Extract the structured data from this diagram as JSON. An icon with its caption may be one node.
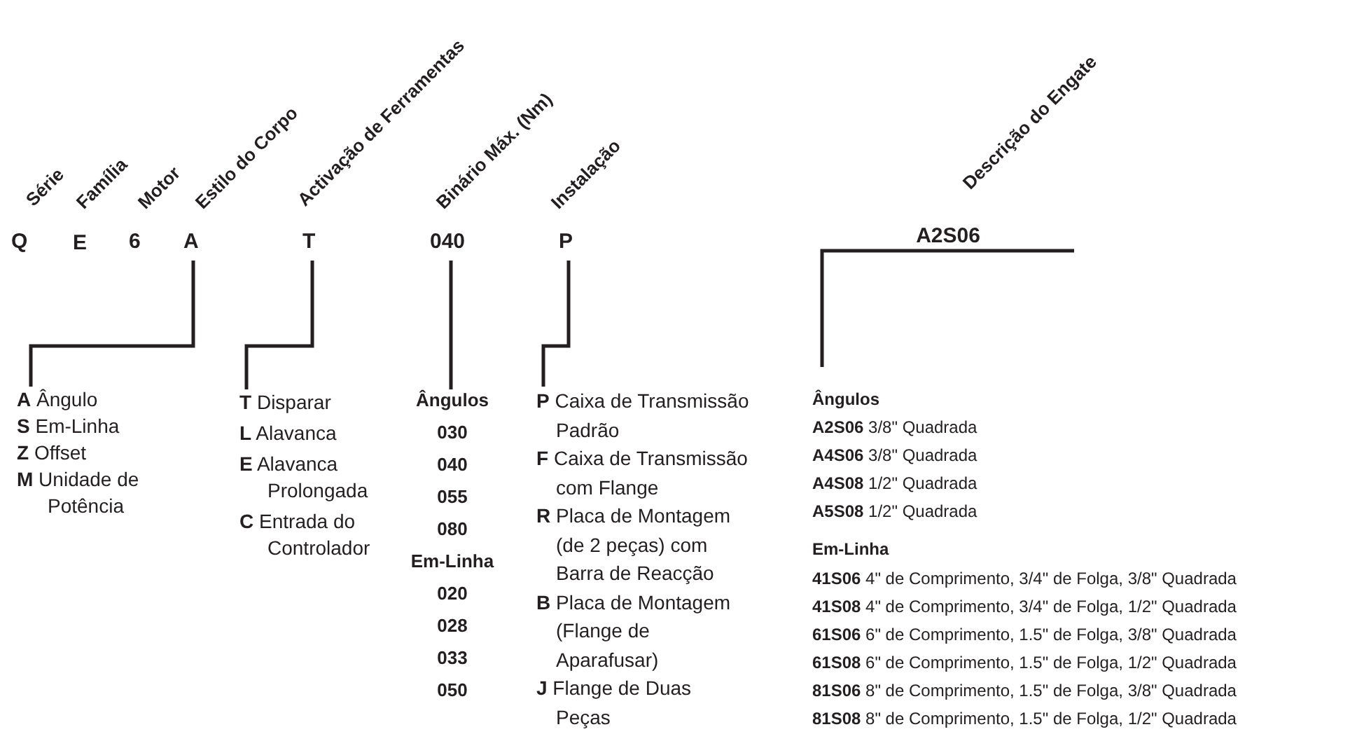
{
  "diagram": {
    "nodes": [
      {
        "text": [
          "Q"
        ],
        "beside": [
          "Série"
        ]
      },
      {
        "text": [
          "E"
        ],
        "beside": [
          "Família"
        ]
      },
      {
        "text": [
          "6"
        ],
        "beside": [
          "Motor"
        ]
      },
      {
        "text": [
          "A"
        ],
        "beside": [
          "Estilo do Corpo"
        ]
      },
      {
        "text": [
          "T"
        ],
        "beside": [
          "Activação de Ferramentas"
        ]
      },
      {
        "text": [
          "040"
        ],
        "beside": [
          "Binário Máx. (Nm)"
        ]
      },
      {
        "text": [
          "P"
        ],
        "beside": [
          "Instalação"
        ]
      },
      {
        "text": [
          "A2S06"
        ],
        "beside": [
          "Descrição do Engate"
        ]
      },
      {
        "text": [
          "**A** Ângulo",
          "**S** Em-Linha",
          "**Z** Offset",
          "**M** Unidade de Potência"
        ]
      },
      {
        "text": [
          "**T** Disparar",
          "**L** Alavanca",
          "**E** Alavanca Prolongada",
          "**C** Entrada do Controlador"
        ]
      },
      {
        "text": [
          "Ângulos",
          "030",
          "040",
          "055",
          "080",
          "Em-Linha",
          "020",
          "028",
          "033",
          "050"
        ]
      },
      {
        "text": [
          "**P** Caixa de Transmissão Padrão",
          "**F** Caixa de Transmissão com Flange",
          "**R** Placa de Montagem (de 2 peças) com Barra de Reacção",
          "**B** Placa de Montagem (Flange de Aparafusar)",
          "**J** Flange de Duas Peças"
        ]
      },
      {
        "text": [
          "Ângulos",
          "**A2S06** 3/8\" Quadrada",
          "**A4S06** 3/8\" Quadrada",
          "**A4S08** 1/2\" Quadrada",
          "**A5S08** 1/2\" Quadrada",
          "Em-Linha",
          "**41S06** 4\" de Comprimento, 3/4\" de Folga, 3/8\" Quadrada",
          "**41S08** 4\" de Comprimento, 3/4\" de Folga, 1/2\" Quadrada",
          "**61S06** 6\" de Comprimento, 1.5\" de Folga, 3/8\" Quadrada",
          "**61S08** 6\" de Comprimento, 1.5\" de Folga, 1/2\" Quadrada",
          "**81S06** 8\" de Comprimento, 1.5\" de Folga, 3/8\" Quadrada",
          "**81S08** 8\" de Comprimento, 1.5\" de Folga, 1/2\" Quadrada"
        ]
      }
    ],
    "edges": [
      {
        "from": 3,
        "to": 8,
        "arrow": "none"
      },
      {
        "from": 4,
        "to": 9,
        "arrow": "none"
      },
      {
        "from": 5,
        "to": 10,
        "arrow": "none"
      },
      {
        "from": 6,
        "to": 11,
        "arrow": "none"
      },
      {
        "from": 7,
        "to": 12,
        "arrow": "none"
      }
    ]
  }
}
